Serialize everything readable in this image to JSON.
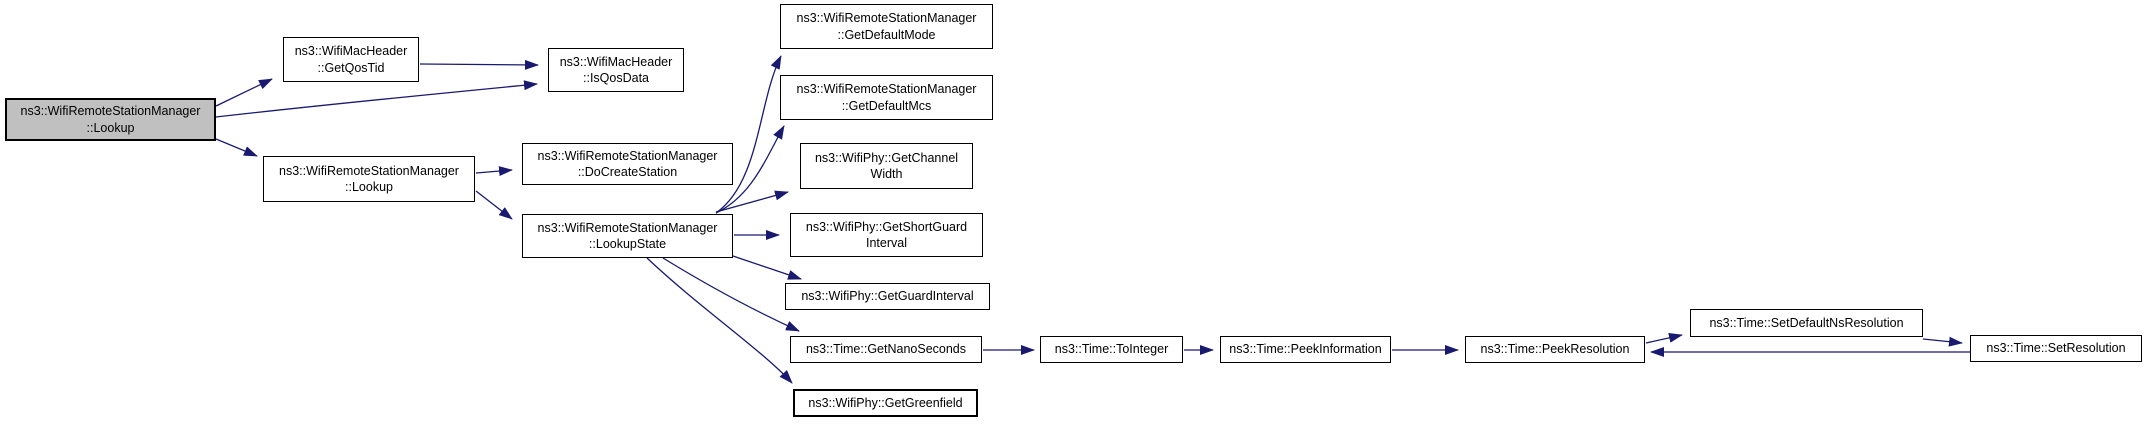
{
  "diagram": {
    "type": "call-graph",
    "edge_color": "#191970",
    "node_fill": "#ffffff",
    "node_border_color": "#000000",
    "highlight_fill": "#c0c0c0",
    "nodes": {
      "lookup_main": {
        "line1": "ns3::WifiRemoteStationManager",
        "line2": "::Lookup",
        "highlighted": true
      },
      "get_qos_tid": {
        "line1": "ns3::WifiMacHeader",
        "line2": "::GetQosTid"
      },
      "is_qos_data": {
        "line1": "ns3::WifiMacHeader",
        "line2": "::IsQosData"
      },
      "lookup_overload": {
        "line1": "ns3::WifiRemoteStationManager",
        "line2": "::Lookup"
      },
      "do_create_station": {
        "line1": "ns3::WifiRemoteStationManager",
        "line2": "::DoCreateStation"
      },
      "lookup_state": {
        "line1": "ns3::WifiRemoteStationManager",
        "line2": "::LookupState"
      },
      "get_default_mode": {
        "line1": "ns3::WifiRemoteStationManager",
        "line2": "::GetDefaultMode"
      },
      "get_default_mcs": {
        "line1": "ns3::WifiRemoteStationManager",
        "line2": "::GetDefaultMcs"
      },
      "get_channel_width": {
        "line1": "ns3::WifiPhy::GetChannel",
        "line2": "Width"
      },
      "get_short_guard_interval": {
        "line1": "ns3::WifiPhy::GetShortGuard",
        "line2": "Interval"
      },
      "get_guard_interval": {
        "line1": "ns3::WifiPhy::GetGuardInterval"
      },
      "get_nano_seconds": {
        "line1": "ns3::Time::GetNanoSeconds"
      },
      "get_greenfield": {
        "line1": "ns3::WifiPhy::GetGreenfield"
      },
      "to_integer": {
        "line1": "ns3::Time::ToInteger"
      },
      "peek_information": {
        "line1": "ns3::Time::PeekInformation"
      },
      "peek_resolution": {
        "line1": "ns3::Time::PeekResolution"
      },
      "set_default_ns_resolution": {
        "line1": "ns3::Time::SetDefaultNsResolution"
      },
      "set_resolution": {
        "line1": "ns3::Time::SetResolution"
      }
    },
    "edges": [
      {
        "from": "lookup_main",
        "to": "get_qos_tid"
      },
      {
        "from": "lookup_main",
        "to": "is_qos_data"
      },
      {
        "from": "lookup_main",
        "to": "lookup_overload"
      },
      {
        "from": "get_qos_tid",
        "to": "is_qos_data"
      },
      {
        "from": "lookup_overload",
        "to": "do_create_station"
      },
      {
        "from": "lookup_overload",
        "to": "lookup_state"
      },
      {
        "from": "lookup_state",
        "to": "get_default_mode"
      },
      {
        "from": "lookup_state",
        "to": "get_default_mcs"
      },
      {
        "from": "lookup_state",
        "to": "get_channel_width"
      },
      {
        "from": "lookup_state",
        "to": "get_short_guard_interval"
      },
      {
        "from": "lookup_state",
        "to": "get_guard_interval"
      },
      {
        "from": "lookup_state",
        "to": "get_nano_seconds"
      },
      {
        "from": "lookup_state",
        "to": "get_greenfield"
      },
      {
        "from": "get_nano_seconds",
        "to": "to_integer"
      },
      {
        "from": "to_integer",
        "to": "peek_information"
      },
      {
        "from": "peek_information",
        "to": "peek_resolution"
      },
      {
        "from": "peek_resolution",
        "to": "set_default_ns_resolution"
      },
      {
        "from": "set_default_ns_resolution",
        "to": "set_resolution"
      },
      {
        "from": "set_resolution",
        "to": "peek_resolution"
      }
    ]
  }
}
